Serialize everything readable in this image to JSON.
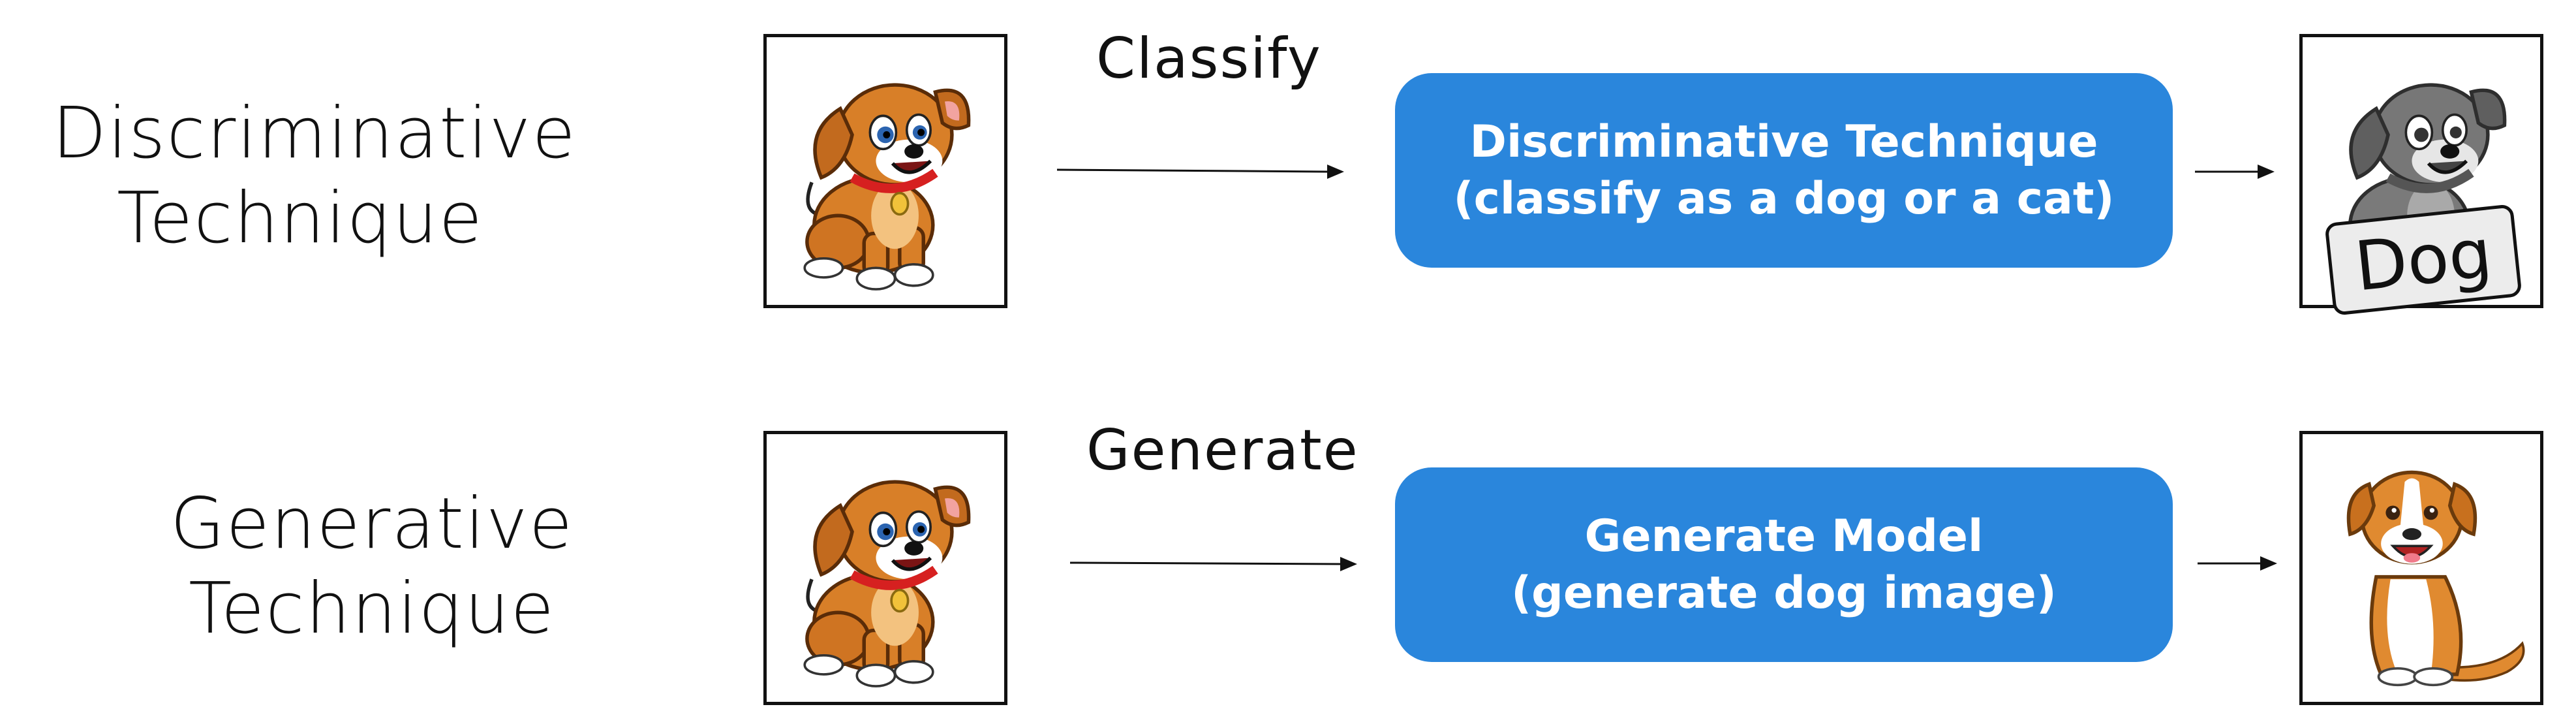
{
  "colors": {
    "box": "#2a86dc",
    "box_text": "#ffffff",
    "line": "#111111"
  },
  "rows": [
    {
      "title_line1": "Discriminative",
      "title_line2": "Technique",
      "step_label": "Classify",
      "box_line1": "Discriminative Technique",
      "box_line2": "(classify as a dog or a cat)",
      "input_icon": "puppy-icon",
      "output_icon": "grayscale-puppy-icon",
      "output_tag": "Dog"
    },
    {
      "title_line1": "Generative",
      "title_line2": "Technique",
      "step_label": "Generate",
      "box_line1": "Generate Model",
      "box_line2": "(generate dog image)",
      "input_icon": "puppy-icon",
      "output_icon": "generated-dog-icon"
    }
  ]
}
